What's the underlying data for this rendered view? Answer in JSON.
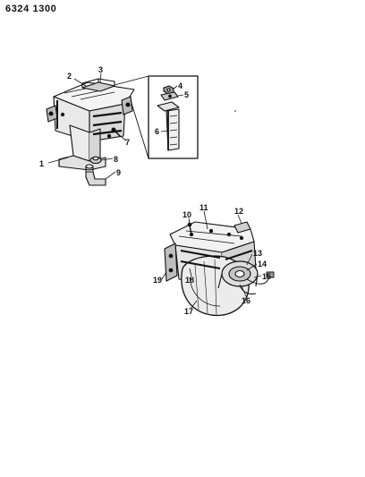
{
  "header": {
    "ref_code": "6324 1300"
  },
  "callouts": {
    "c1": "1",
    "c2": "2",
    "c3": "3",
    "c4": "4",
    "c5": "5",
    "c6": "6",
    "c7": "7",
    "c8": "8",
    "c9": "9",
    "c10": "10",
    "c11": "11",
    "c12": "12",
    "c13": "13",
    "c14": "14",
    "c15": "15",
    "c16": "16",
    "c17": "17",
    "c18": "18",
    "c19": "19"
  }
}
